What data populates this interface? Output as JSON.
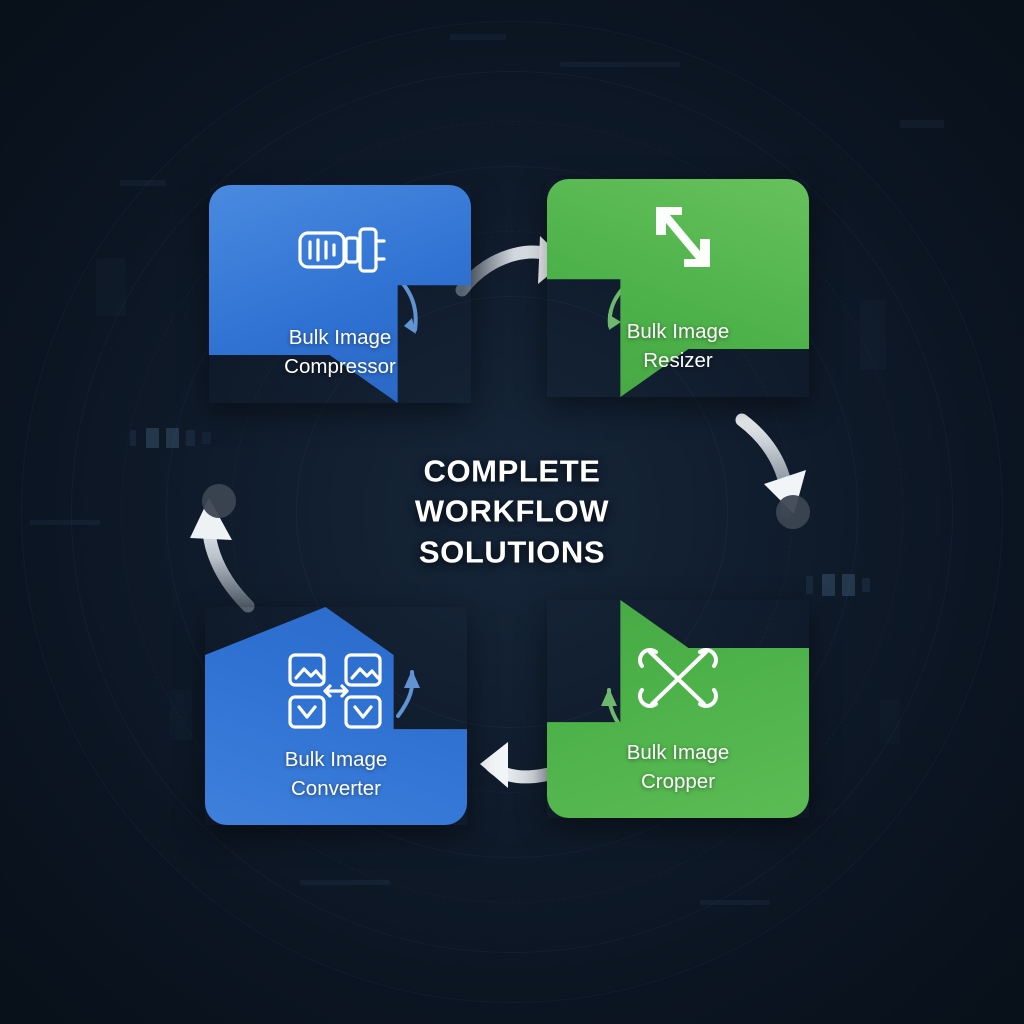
{
  "center": {
    "line1": "COMPLETE",
    "line2": "WORKFLOW",
    "line3": "SOLUTIONS"
  },
  "nodes": [
    {
      "id": "compressor",
      "label_line1": "Bulk Image",
      "label_line2": "Compressor",
      "icon": "compressor-icon",
      "color": "#2f72d2",
      "position": "top-left"
    },
    {
      "id": "resizer",
      "label_line1": "Bulk Image",
      "label_line2": "Resizer",
      "icon": "resize-diagonal-arrows-icon",
      "color": "#4eb24a",
      "position": "top-right"
    },
    {
      "id": "cropper",
      "label_line1": "Bulk Image",
      "label_line2": "Cropper",
      "icon": "crop-icon",
      "color": "#4eb24a",
      "position": "bottom-right"
    },
    {
      "id": "converter",
      "label_line1": "Bulk Image",
      "label_line2": "Converter",
      "icon": "convert-grid-arrows-icon",
      "color": "#2f72d2",
      "position": "bottom-left"
    }
  ],
  "connectors": [
    {
      "id": "top-connector",
      "from": "compressor",
      "to": "resizer",
      "direction": "right"
    },
    {
      "id": "right-connector",
      "from": "resizer",
      "to": "cropper",
      "direction": "down"
    },
    {
      "id": "bottom-connector",
      "from": "cropper",
      "to": "converter",
      "direction": "left"
    },
    {
      "id": "left-connector",
      "from": "converter",
      "to": "compressor",
      "direction": "up"
    }
  ],
  "theme": {
    "background": "#0d1622",
    "blue": "#2f72d2",
    "green": "#4eb24a",
    "text": "#ffffff",
    "arrow": "#d7dde3"
  }
}
